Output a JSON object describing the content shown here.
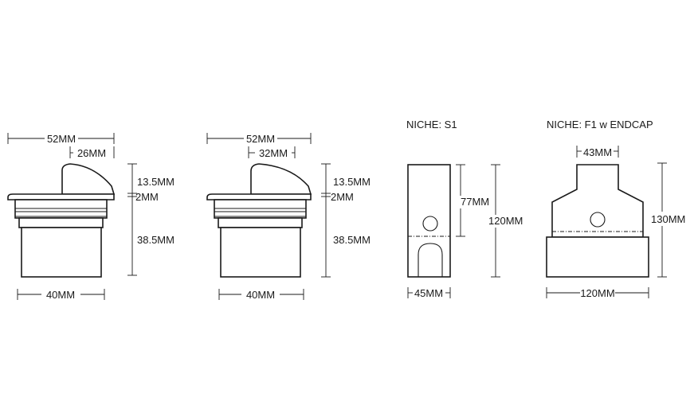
{
  "views": {
    "view1": {
      "dim_top_width": "52MM",
      "dim_cap_width": "26MM",
      "dim_cap_height": "13.5MM",
      "dim_flange": "2MM",
      "dim_body_height": "38.5MM",
      "dim_bottom_width": "40MM"
    },
    "view2": {
      "dim_top_width": "52MM",
      "dim_cap_width": "32MM",
      "dim_cap_height": "13.5MM",
      "dim_flange": "2MM",
      "dim_body_height": "38.5MM",
      "dim_bottom_width": "40MM"
    },
    "niche_s1": {
      "title": "NICHE: S1",
      "dim_upper_height": "77MM",
      "dim_total_height": "120MM",
      "dim_width": "45MM"
    },
    "niche_f1": {
      "title": "NICHE:  F1 w ENDCAP",
      "dim_top_width": "43MM",
      "dim_total_height": "130MM",
      "dim_width": "120MM"
    }
  }
}
